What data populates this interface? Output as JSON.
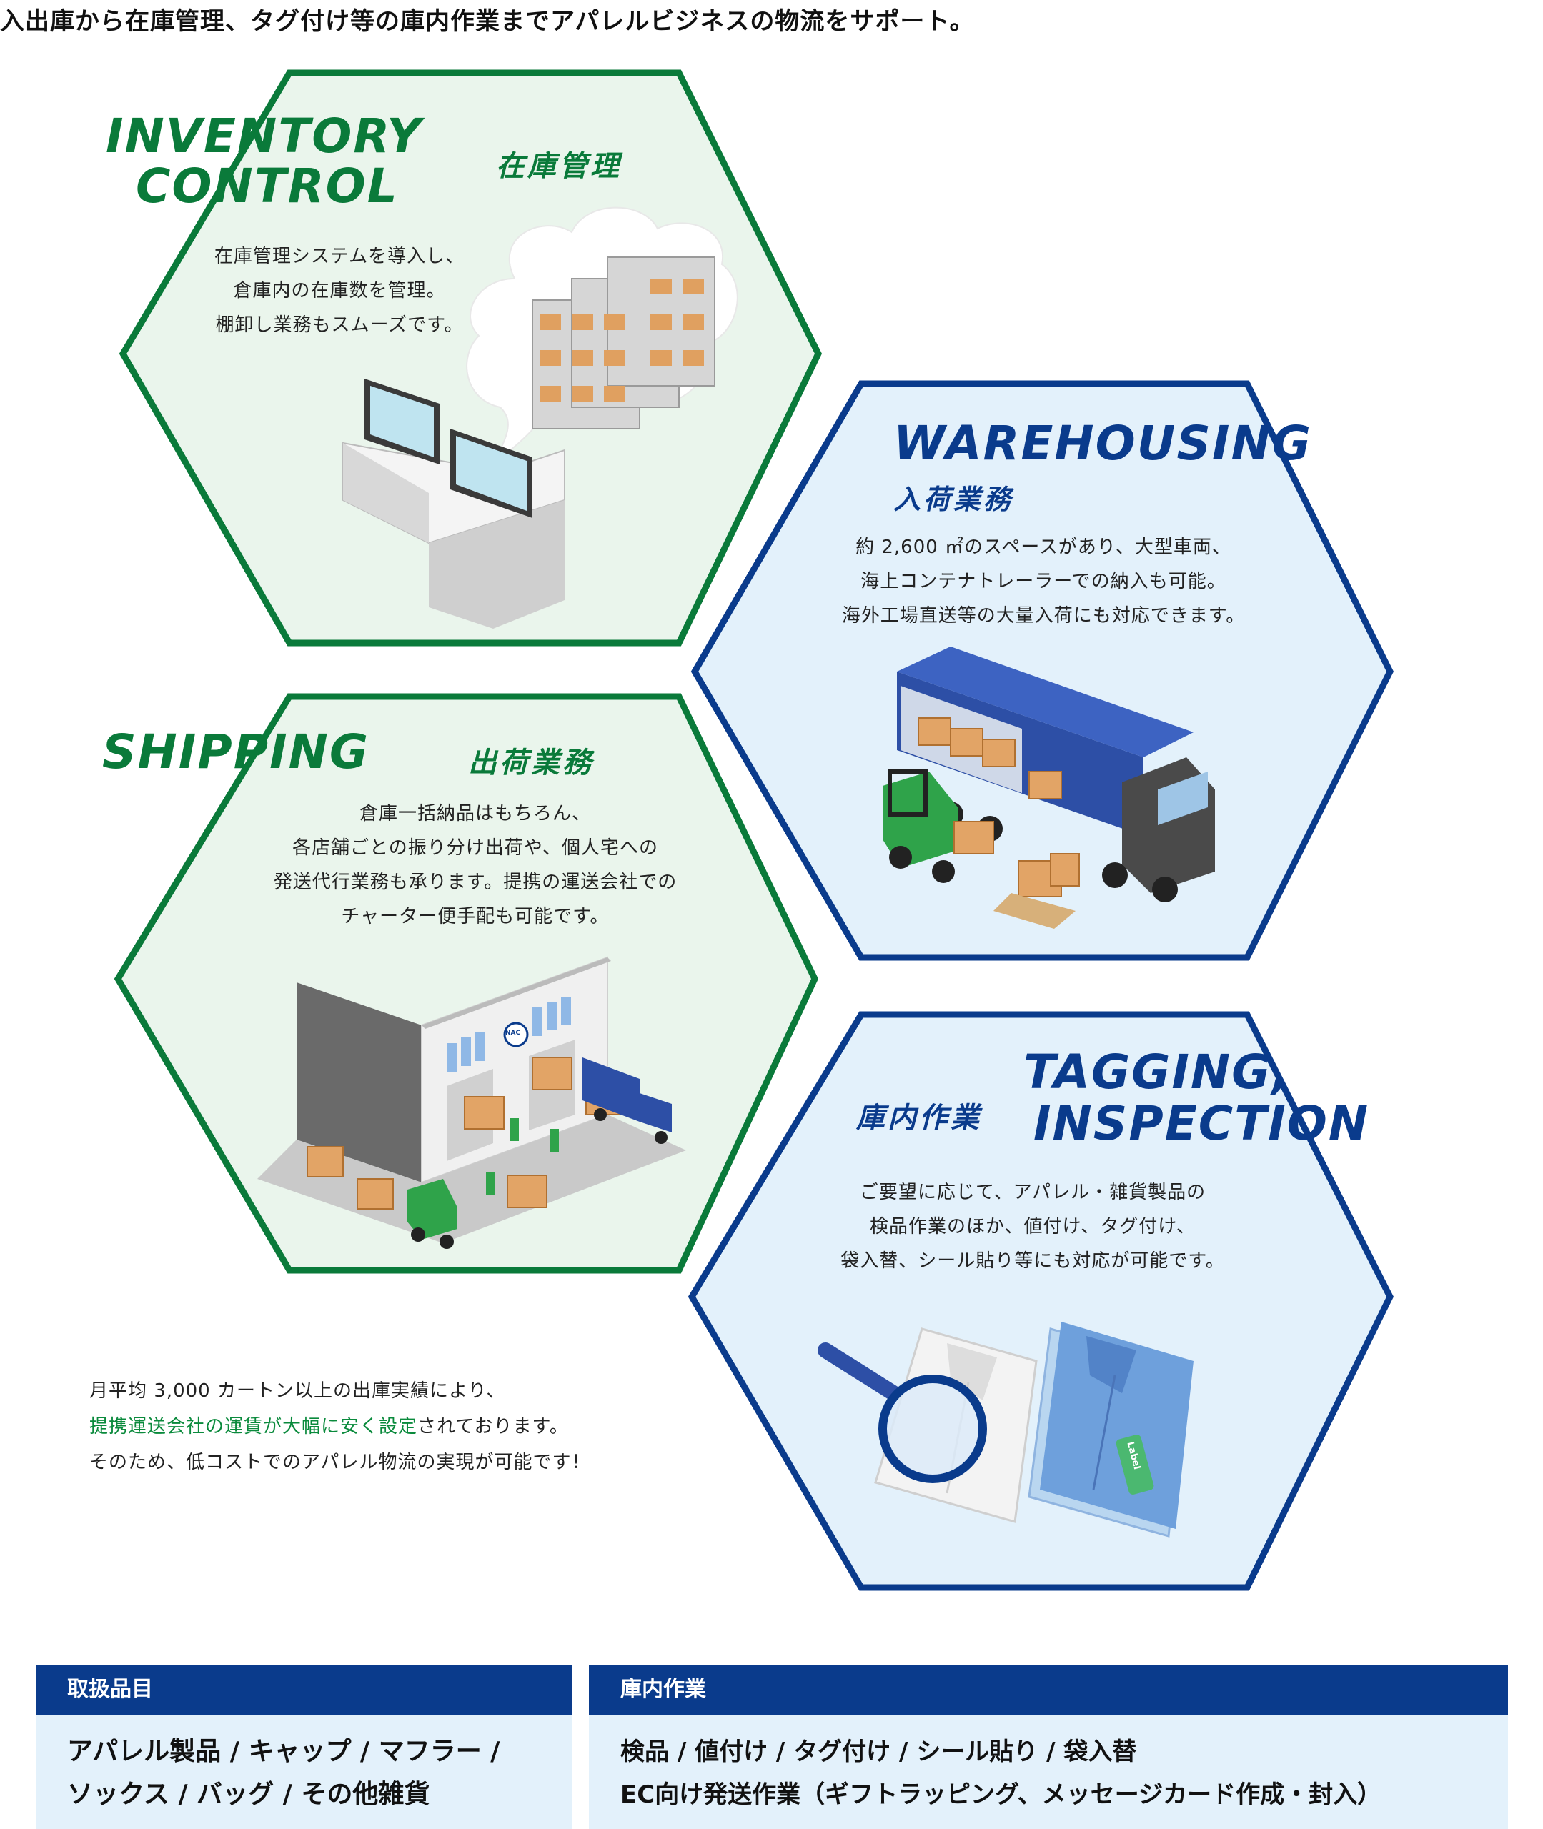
{
  "intro": "入出庫から在庫管理、タグ付け等の庫内作業までアパレルビジネスの物流をサポート。",
  "colors": {
    "green": "#0a7a3a",
    "green_fill": "#eaf5ec",
    "blue": "#0a3b8c",
    "blue_fill": "#e3f1fb",
    "highlight": "#0a8a3c"
  },
  "sections": {
    "inventory": {
      "title_line1": "INVENTORY",
      "title_line2": "CONTROL",
      "title_jp": "在庫管理",
      "desc": [
        "在庫管理システムを導入し、",
        "倉庫内の在庫数を管理。",
        "棚卸し業務もスムーズです。"
      ],
      "illustration": "office-computers-and-shelves-illustration"
    },
    "warehousing": {
      "title": "WAREHOUSING",
      "title_jp": "入荷業務",
      "desc": [
        "約 2,600 ㎡のスペースがあり、大型車両、",
        "海上コンテナトレーラーでの納入も可能。",
        "海外工場直送等の大量入荷にも対応できます。"
      ],
      "illustration": "truck-and-forklift-illustration"
    },
    "shipping": {
      "title": "SHIPPING",
      "title_jp": "出荷業務",
      "desc": [
        "倉庫一括納品はもちろん、",
        "各店舗ごとの振り分け出荷や、個人宅への",
        "発送代行業務も承ります。提携の運送会社での",
        "チャーター便手配も可能です。"
      ],
      "illustration": "warehouse-loading-dock-illustration",
      "sign": "NAC"
    },
    "tagging": {
      "title_line1": "TAGGING,",
      "title_line2": "INSPECTION",
      "title_jp": "庫内作業",
      "desc": [
        "ご要望に応じて、アパレル・雑貨製品の",
        "検品作業のほか、値付け、タグ付け、",
        "袋入替、シール貼り等にも対応が可能です。"
      ],
      "illustration": "shirts-and-magnifier-illustration",
      "tag_text": "Label"
    }
  },
  "note": {
    "line1": "月平均 3,000 カートン以上の出庫実績により、",
    "line2_highlight": "提携運送会社の運賃が大幅に安く設定",
    "line2_rest": "されております。",
    "line3": "そのため、低コストでのアパレル物流の実現が可能です！"
  },
  "table": {
    "items": {
      "header": "取扱品目",
      "lines": [
        "アパレル製品 / キャップ / マフラー /",
        "ソックス / バッグ / その他雑貨"
      ]
    },
    "work": {
      "header": "庫内作業",
      "lines": [
        "検品 / 値付け / タグ付け / シール貼り / 袋入替",
        "EC向け発送作業（ギフトラッピング、メッセージカード作成・封入）"
      ]
    }
  }
}
